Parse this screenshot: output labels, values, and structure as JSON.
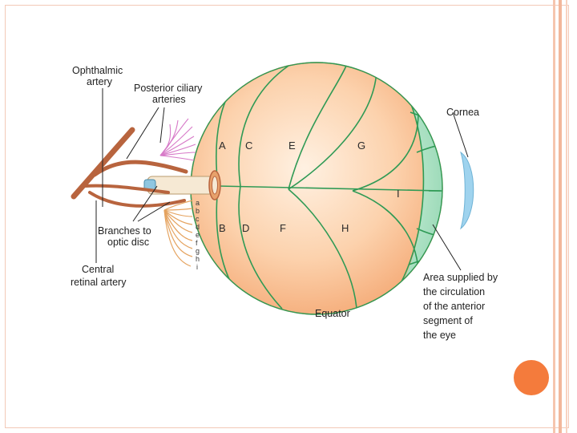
{
  "labels": {
    "ophthalmic_line1": "Ophthalmic",
    "ophthalmic_line2": "artery",
    "posterior_line1": "Posterior ciliary",
    "posterior_line2": "arteries",
    "cornea": "Cornea",
    "branches_line1": "Branches to",
    "branches_line2": "optic disc",
    "central_line1": "Central",
    "central_line2": "retinal artery",
    "equator": "Equator",
    "area_line1": "Area supplied by",
    "area_line2": "the circulation",
    "area_line3": "of the anterior",
    "area_line4": "segment of",
    "area_line5": "the eye"
  },
  "zones": [
    "A",
    "B",
    "C",
    "D",
    "E",
    "F",
    "G",
    "H",
    "I"
  ],
  "branch_letters": [
    "a",
    "b",
    "c",
    "d",
    "e",
    "f",
    "g",
    "h",
    "i"
  ],
  "colors": {
    "globe_peach": "#f7b98a",
    "globe_light": "#fde5cf",
    "anterior_green": "#8fd3b0",
    "vessel_green": "#2f9a55",
    "artery_brown": "#b8643e",
    "ciliary_magenta": "#d77ac8",
    "ciliary_orange": "#e5a35f",
    "cornea_blue": "#9fd3ee",
    "accent_orange": "#f47b3c"
  }
}
